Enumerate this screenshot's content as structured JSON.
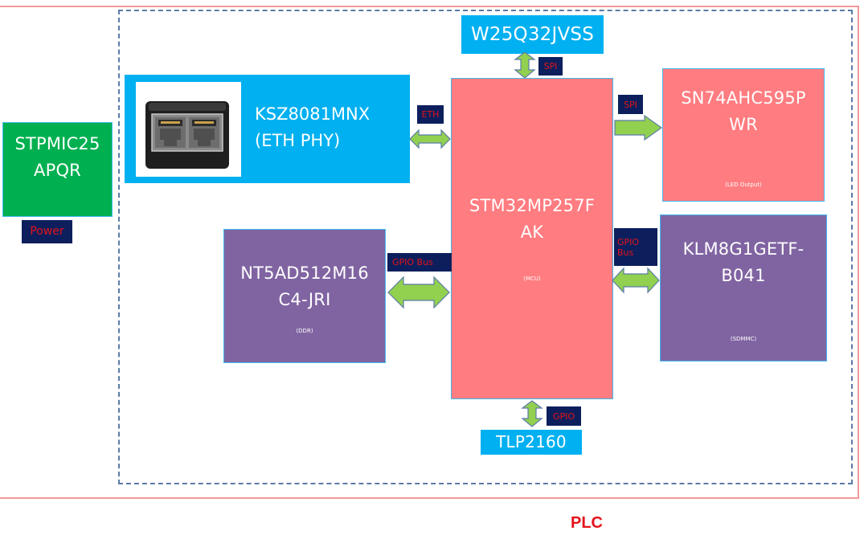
{
  "diagram": {
    "system_label": "PLC",
    "blocks": {
      "pmic": {
        "title_line1": "STPMIC25",
        "title_line2": "APQR",
        "tag": "Power"
      },
      "flash": {
        "title": "W25Q32JVSS"
      },
      "eth_phy": {
        "title_line1": "KSZ8081MNX",
        "title_line2": "(ETH PHY)",
        "image": "rj45-dual-connector"
      },
      "mcu": {
        "title_line1": "STM32MP257F",
        "title_line2": "AK",
        "role": "(MCU)"
      },
      "shift_register": {
        "title_line1": "SN74AHC595P",
        "title_line2": "WR",
        "role": "(LED Output)"
      },
      "ddr": {
        "title_line1": "NT5AD512M16",
        "title_line2": "C4-JRI",
        "role": "(DDR)"
      },
      "emmc": {
        "title_line1": "KLM8G1GETF-",
        "title_line2": "B041",
        "role": "(SDMMC)"
      },
      "optocoupler": {
        "title": "TLP2160"
      }
    },
    "connections": [
      {
        "from": "mcu",
        "to": "flash",
        "label": "SPI",
        "direction": "bidirectional"
      },
      {
        "from": "eth_phy",
        "to": "mcu",
        "label": "ETH",
        "direction": "bidirectional"
      },
      {
        "from": "mcu",
        "to": "shift_register",
        "label": "SPI",
        "direction": "unidirectional"
      },
      {
        "from": "ddr",
        "to": "mcu",
        "label": "GPIO Bus",
        "direction": "bidirectional"
      },
      {
        "from": "mcu",
        "to": "emmc",
        "label_line1": "GPIO",
        "label_line2": "Bus",
        "direction": "bidirectional"
      },
      {
        "from": "mcu",
        "to": "optocoupler",
        "label": "GPIO",
        "direction": "bidirectional"
      }
    ],
    "colors": {
      "power_block": "#00b050",
      "interface_block": "#00b0f0",
      "core_block": "#ff7c80",
      "memory_block": "#8064a2",
      "arrow_fill": "#92d050",
      "tag_bg": "#0c1f5c",
      "tag_text": "#e3131b",
      "frame_outer": "#f4999a",
      "frame_dashed": "#5a7ba6"
    }
  }
}
